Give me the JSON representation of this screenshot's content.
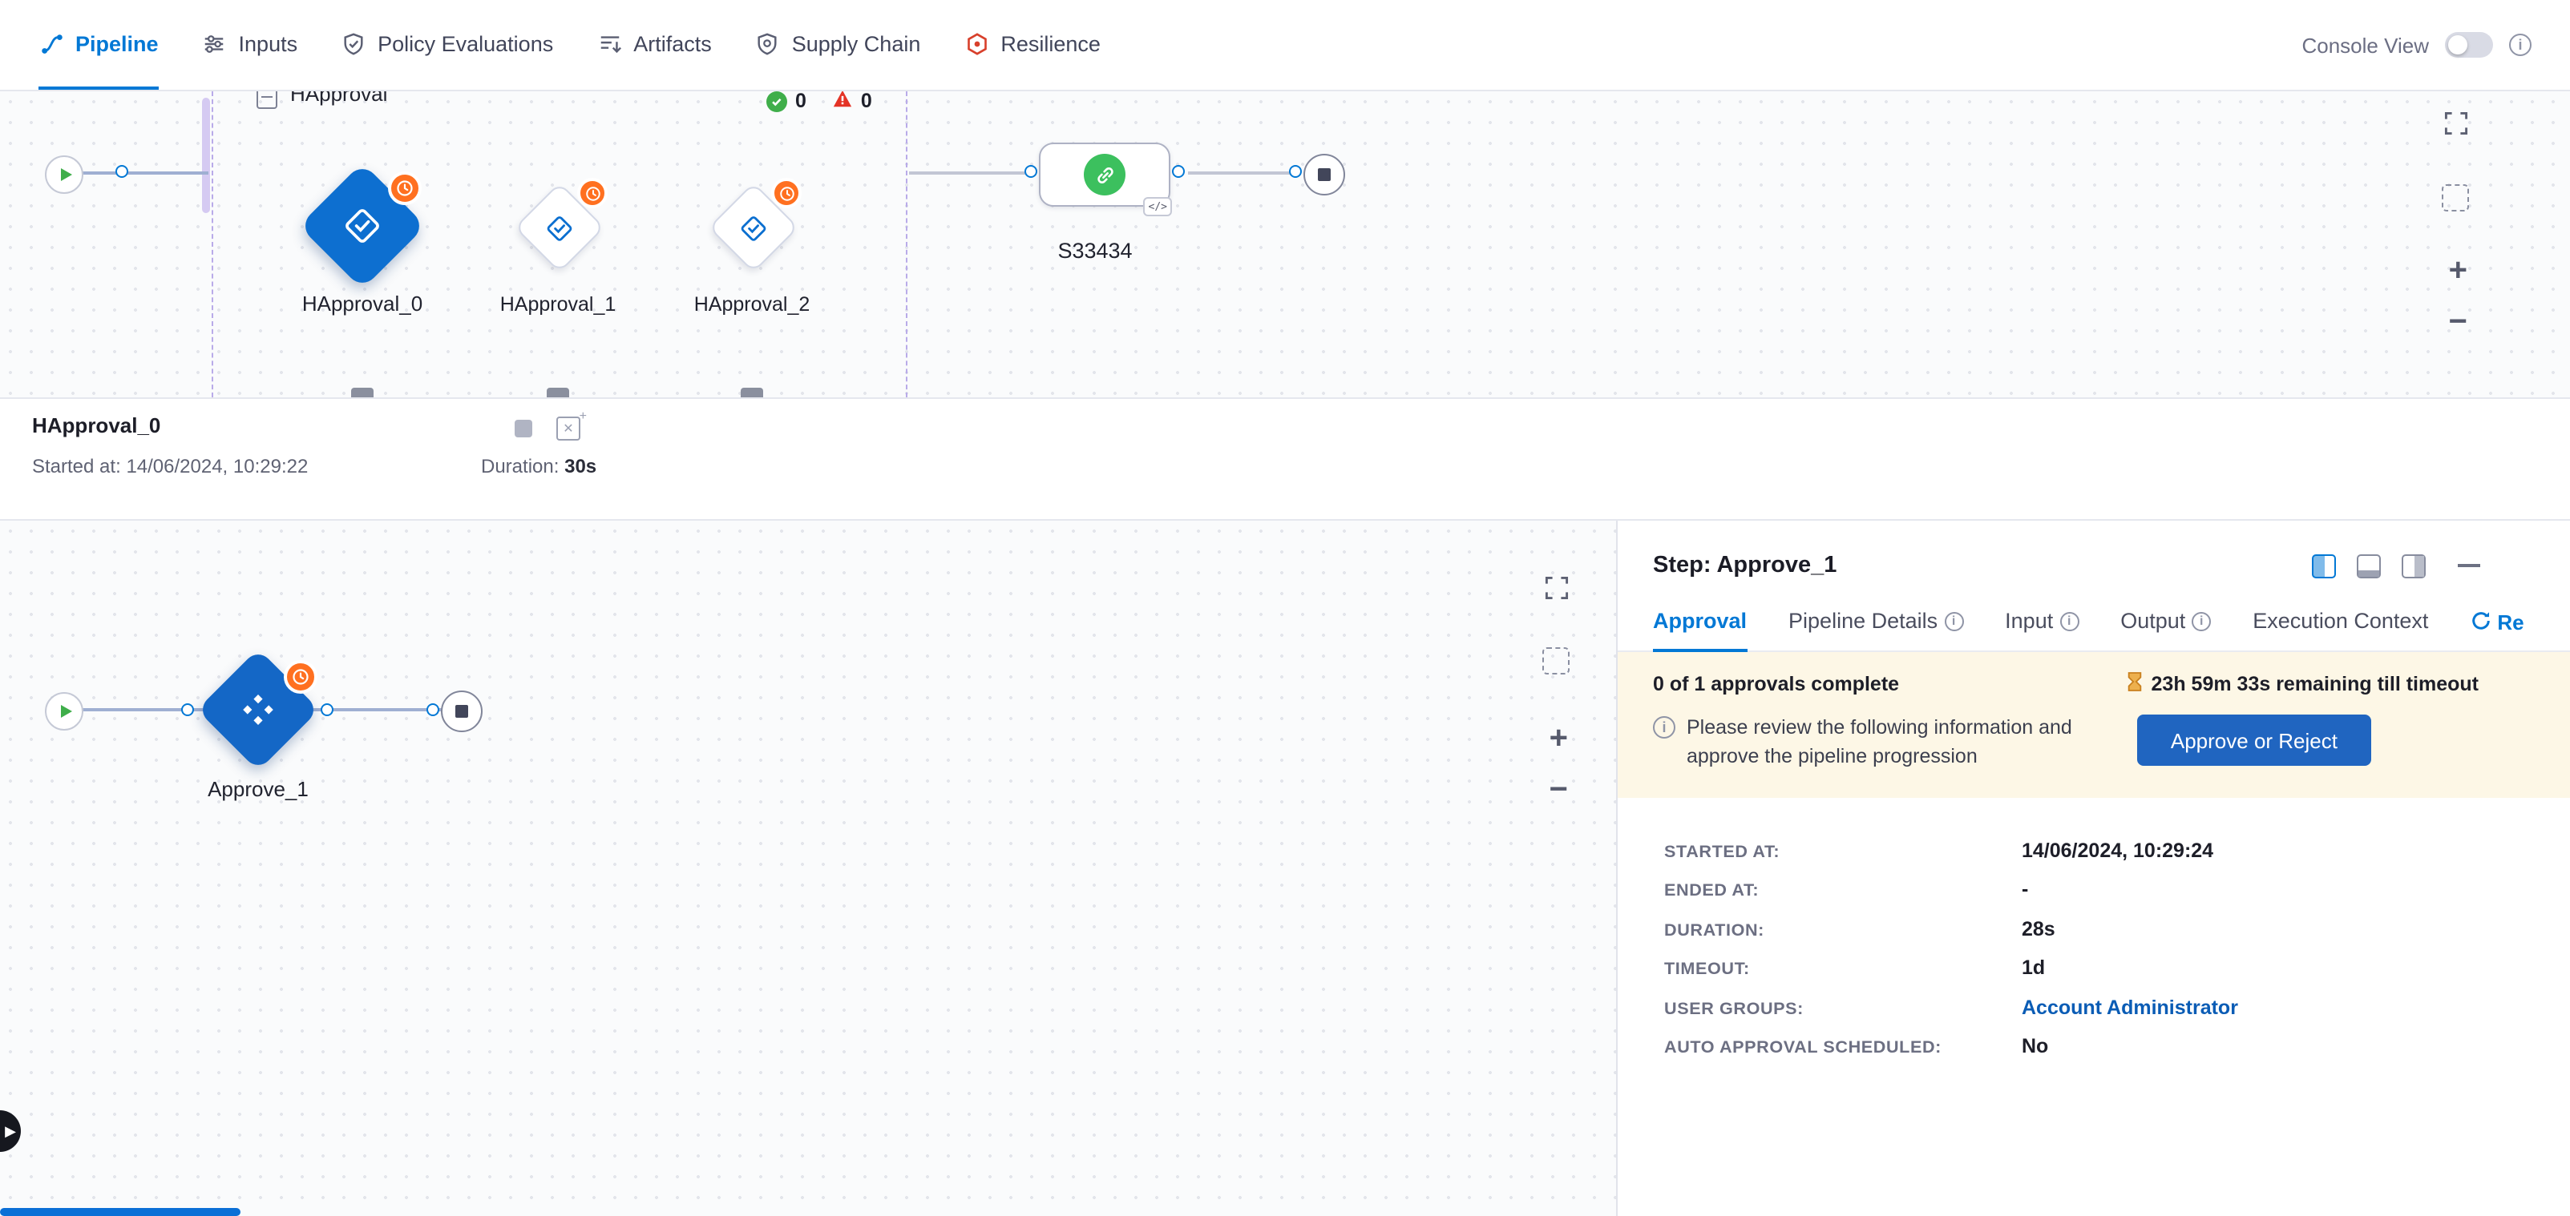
{
  "colors": {
    "primary": "#0278d5",
    "accent_orange": "#ff7020",
    "success_green": "#3fae4a",
    "danger_red": "#e43326",
    "banner_bg": "#fdf7e6",
    "button_blue": "#2065c0"
  },
  "topnav": {
    "tabs": [
      {
        "label": "Pipeline"
      },
      {
        "label": "Inputs"
      },
      {
        "label": "Policy Evaluations"
      },
      {
        "label": "Artifacts"
      },
      {
        "label": "Supply Chain"
      },
      {
        "label": "Resilience"
      }
    ],
    "console_view_label": "Console View"
  },
  "stage_graph": {
    "stage_label": "HApproval",
    "success_count": "0",
    "error_count": "0",
    "steps": [
      {
        "label": "HApproval_0"
      },
      {
        "label": "HApproval_1"
      },
      {
        "label": "HApproval_2"
      }
    ],
    "container_label": "S33434",
    "code_badge": "</>"
  },
  "execution_bar": {
    "step_title": "HApproval_0",
    "started_label": "Started at:",
    "started_value": "14/06/2024, 10:29:22",
    "duration_label": "Duration:",
    "duration_value": "30s"
  },
  "step_graph": {
    "node_label": "Approve_1"
  },
  "details_panel": {
    "title": "Step: Approve_1",
    "tabs": [
      {
        "label": "Approval"
      },
      {
        "label": "Pipeline Details"
      },
      {
        "label": "Input"
      },
      {
        "label": "Output"
      },
      {
        "label": "Execution Context"
      }
    ],
    "refresh_label": "Re",
    "banner": {
      "approvals_status": "0 of 1 approvals complete",
      "timeout_remaining": "23h 59m 33s remaining till timeout",
      "message": "Please review the following information and approve the pipeline progression",
      "approve_button": "Approve or Reject"
    },
    "fields": [
      {
        "label": "STARTED AT:",
        "value": "14/06/2024, 10:29:24"
      },
      {
        "label": "ENDED AT:",
        "value": "-"
      },
      {
        "label": "DURATION:",
        "value": "28s"
      },
      {
        "label": "TIMEOUT:",
        "value": "1d"
      },
      {
        "label": "USER GROUPS:",
        "value": "Account Administrator"
      },
      {
        "label": "AUTO APPROVAL SCHEDULED:",
        "value": "No"
      }
    ]
  },
  "zoom_controls": {
    "zoom_in": "+",
    "zoom_out": "−"
  }
}
